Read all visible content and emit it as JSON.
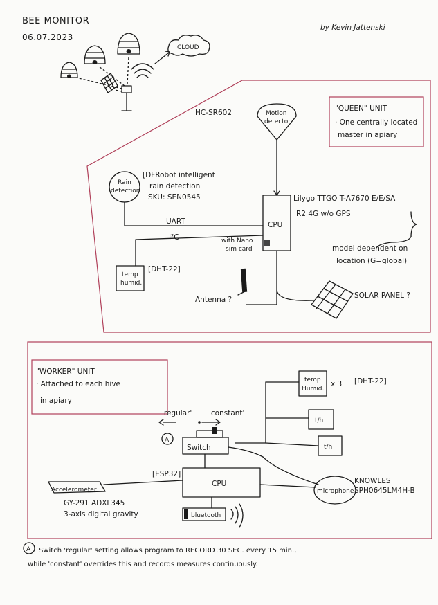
{
  "header": {
    "title": "BEE MONITOR",
    "date": "06.07.2023",
    "author": "by Kevin Jattenski",
    "cloud": "CLOUD"
  },
  "queen": {
    "note_title": "\"QUEEN\" UNIT",
    "note_line1": "· One centrally located",
    "note_line2": "master in apiary",
    "sensor_model": "HC-SR602",
    "motion_line1": "Motion",
    "motion_line2": "detector",
    "rain_line1": "Rain",
    "rain_line2": "detection",
    "rain_desc1": "[DFRobot intelligent",
    "rain_desc2": "rain detection",
    "rain_desc3": "SKU: SEN0545",
    "uart": "UART",
    "i2c": "I²C",
    "cpu": "CPU",
    "board_line1": "Lilygo TTGO T-A7670 E/E/SA",
    "board_line2": "R2 4G    w/o GPS",
    "sim_line1": "with Nano",
    "sim_line2": "sim card",
    "model_line1": "model dependent on",
    "model_line2": "location (G=global)",
    "temp_line1": "temp",
    "temp_line2": "humid.",
    "temp_model": "[DHT-22]",
    "antenna": "Antenna ?",
    "solar": "SOLAR PANEL ?"
  },
  "worker": {
    "note_title": "\"WORKER\" UNIT",
    "note_line1": "· Attached to each hive",
    "note_line2": "in apiary",
    "temp_line1": "temp",
    "temp_line2": "Humid.",
    "times": "x 3",
    "temp_model": "[DHT-22]",
    "th1": "t/h",
    "th2": "t/h",
    "regular": "'regular'",
    "constant": "'constant'",
    "marker": "A",
    "switch": "Switch",
    "esp": "[ESP32]",
    "cpu": "CPU",
    "accel": "Accelerometer",
    "accel_line1": "GY-291 ADXL345",
    "accel_line2": "3-axis digital gravity",
    "bluetooth": "bluetooth",
    "mic": "microphone",
    "mic_line1": "KNOWLES",
    "mic_line2": "SPH0645LM4H-B"
  },
  "footnote": {
    "marker": "A",
    "line1": "Switch 'regular' setting allows program to RECORD 30 SEC. every 15 min.,",
    "line2": "while 'constant' overrides this and records measures continuously."
  }
}
